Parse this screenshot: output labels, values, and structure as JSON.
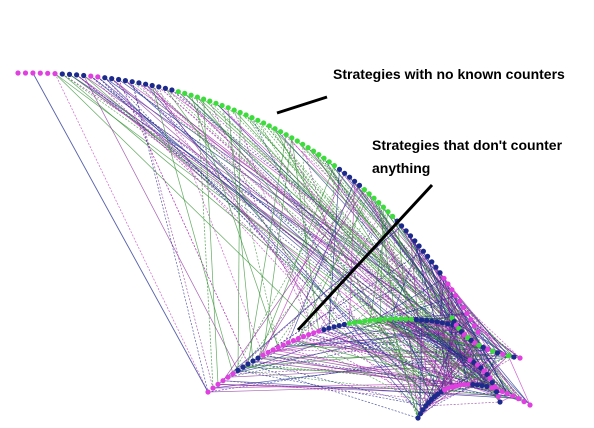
{
  "annotations": {
    "no_counters_label": "Strategies with no known counters",
    "dont_counter_line1": "Strategies that don't counter",
    "dont_counter_line2": "anything"
  },
  "colors": {
    "background": "#ffffff",
    "node_magenta": "#e040e0",
    "node_navy": "#1c2a8c",
    "node_green": "#3ddc3d",
    "edge_navy": "#1c2a8c",
    "edge_purple": "#8a2a9a",
    "edge_green": "#2f8f2f",
    "edge_magenta": "#c030c0",
    "pointer_line": "#000000"
  }
}
